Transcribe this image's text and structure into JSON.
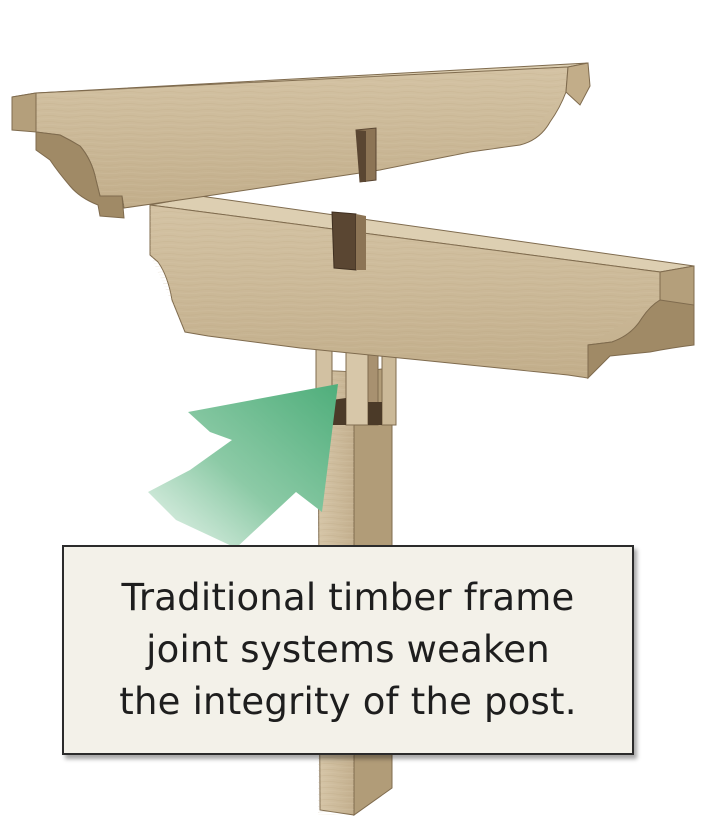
{
  "caption": {
    "lines": [
      "Traditional timber frame",
      "joint systems weaken",
      "the integrity of the post."
    ]
  },
  "colors": {
    "wood_face": "#cdbb9b",
    "wood_dark": "#a48c66",
    "wood_top": "#ded0b4",
    "arrow": "#5cb383",
    "caption_bg": "#f3f1e9"
  },
  "icons": {
    "arrow": "green-arrow-icon"
  }
}
